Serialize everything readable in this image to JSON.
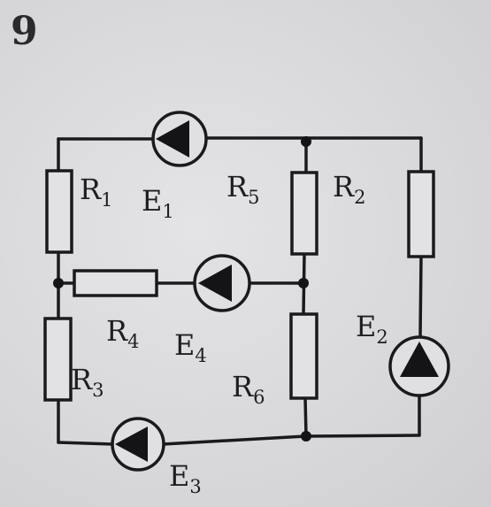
{
  "problem_number": "9",
  "labels": {
    "r1": {
      "main": "R",
      "sub": "1"
    },
    "e1": {
      "main": "E",
      "sub": "1"
    },
    "r5": {
      "main": "R",
      "sub": "5"
    },
    "r2": {
      "main": "R",
      "sub": "2"
    },
    "r4": {
      "main": "R",
      "sub": "4"
    },
    "e4": {
      "main": "E",
      "sub": "4"
    },
    "e2": {
      "main": "E",
      "sub": "2"
    },
    "r3": {
      "main": "R",
      "sub": "3"
    },
    "r6": {
      "main": "R",
      "sub": "6"
    },
    "e3": {
      "main": "E",
      "sub": "3"
    }
  },
  "colors": {
    "background": "#dcdcde",
    "ink": "#1a1a1c"
  }
}
